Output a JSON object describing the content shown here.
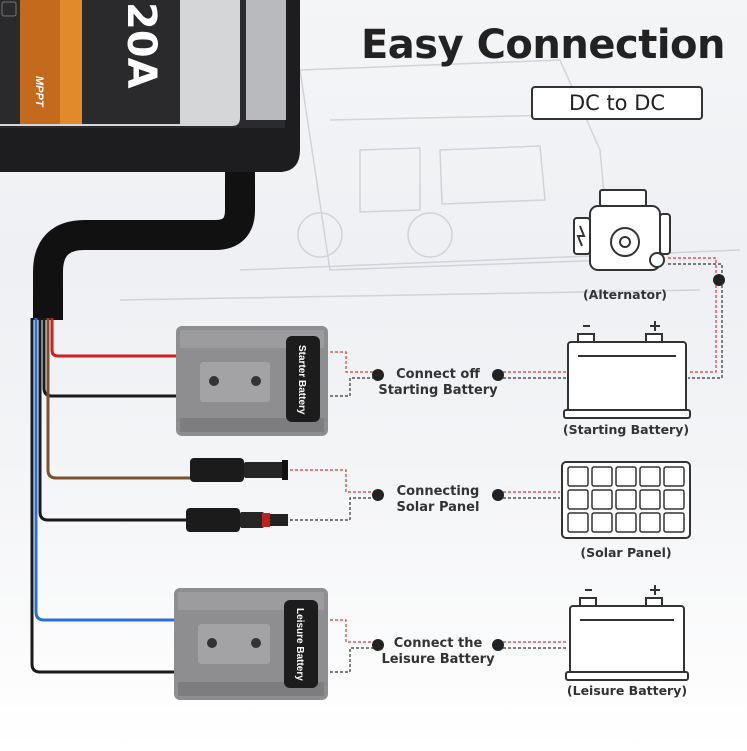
{
  "header": {
    "title": "Easy Connection",
    "subtitle": "DC to DC"
  },
  "device": {
    "amperage": "20A",
    "brand": "MPPT"
  },
  "plugs": {
    "starter": "Starter Battery",
    "leisure": "Leisure Battery"
  },
  "connections": [
    {
      "line1": "Connect off",
      "line2": "Starting Battery"
    },
    {
      "line1": "Connecting",
      "line2": "Solar Panel"
    },
    {
      "line1": "Connect the",
      "line2": "Leisure Battery"
    }
  ],
  "components": {
    "alternator": "(Alternator)",
    "starting_battery": "(Starting Battery)",
    "solar_panel": "(Solar Panel)",
    "leisure_battery": "(Leisure Battery)"
  },
  "colors": {
    "red_wire": "#d11f1f",
    "brown_wire": "#7a5230",
    "blue_wire": "#2a6fd6",
    "black_wire": "#1a1a1a",
    "plug_gray": "#8e8e90",
    "dashed_red": "#d9383a"
  }
}
